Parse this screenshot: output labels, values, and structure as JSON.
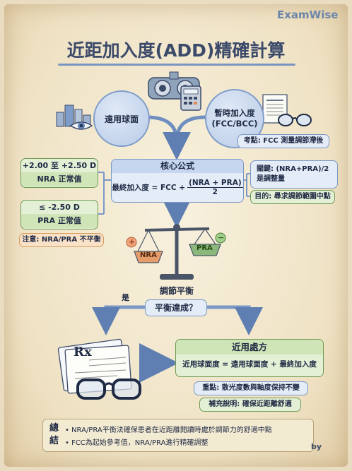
{
  "brand": "ExamWise",
  "title": "近距加入度(ADD)精確計算",
  "far_sphere": "遠用球面",
  "temp_add": {
    "line1": "暫時加入度",
    "line2": "(FCC/BCC)"
  },
  "exam_point": "考點: FCC 測量調節滯後",
  "core": {
    "heading": "核心公式",
    "formula_prefix": "最終加入度 = FCC +",
    "numerator": "(NRA + PRA)",
    "denominator": "2"
  },
  "nra_box": {
    "value": "+2.00 至 +2.50 D",
    "label": "NRA 正常值"
  },
  "pra_box": {
    "value": "≤ -2.50 D",
    "label": "PRA 正常值"
  },
  "imbalance_note": "注意: NRA/PRA 不平衡",
  "key_point": {
    "line1": "關鍵: (NRA+PRA)/2",
    "line2": "是調整量"
  },
  "goal": "目的: 尋求調節範圍中點",
  "scale": {
    "left": "NRA",
    "right": "PRA",
    "plus": "+",
    "minus": "−"
  },
  "balance_label": "調節平衡",
  "decision": "平衡達成？",
  "yes": "是",
  "rx_symbol": "Rx",
  "result": {
    "heading": "近用處方",
    "formula": "近用球面度 = 遠用球面度 + 最終加入度"
  },
  "important": "重點: 散光度數與軸度保持不變",
  "supplement": "補充說明: 確保近距離舒適",
  "summary": {
    "title": "總結",
    "line1": "• NRA/PRA平衡法確保患者在近距離閱讀時處於調節力的舒適中點",
    "line2": "• FCC為起始參考值，NRA/PRA進行精確調整"
  },
  "signature": "by",
  "colors": {
    "accent": "#7c98c6",
    "green": "#6f9a52",
    "orange": "#d79a58",
    "ink": "#1f2a44"
  }
}
